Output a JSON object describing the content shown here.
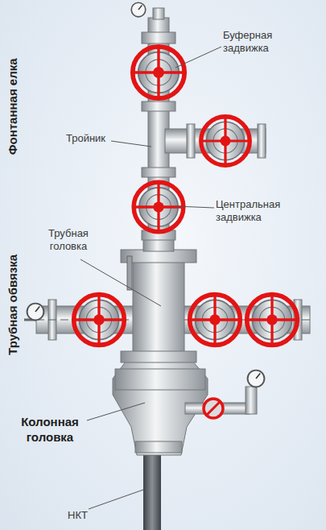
{
  "diagram": {
    "labels": [
      "Фонтанная елка",
      "Трубная обвязка",
      "Буферная задвижка",
      "Тройник",
      "Центральная задвижка",
      "Трубная головка",
      "Колонная головка",
      "НКТ"
    ]
  }
}
